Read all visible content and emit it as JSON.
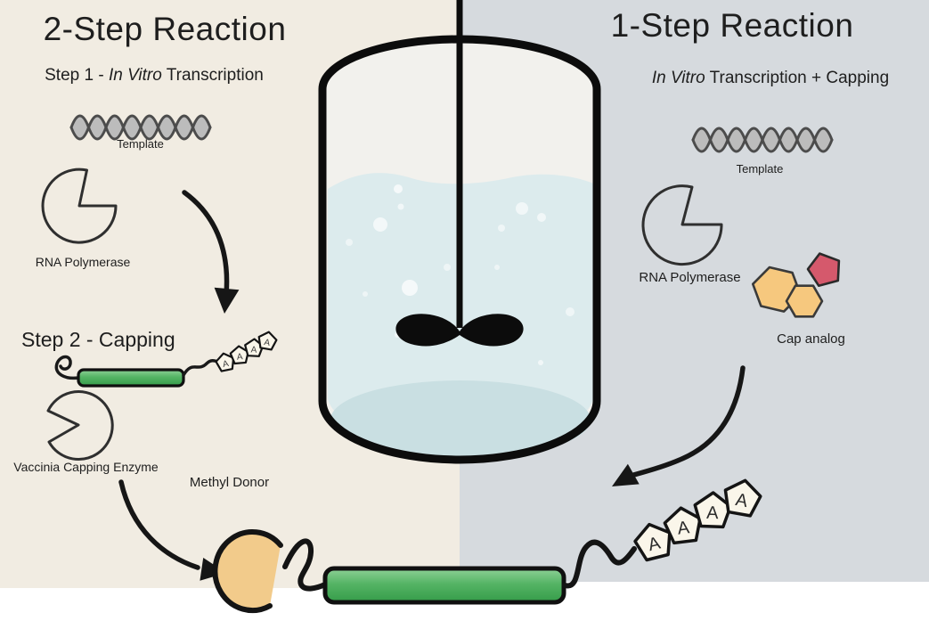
{
  "left_panel": {
    "title": "2-Step Reaction",
    "step1_heading": {
      "prefix": "Step 1 - ",
      "italic": "In Vitro",
      "suffix": " Transcription"
    },
    "template_label": "Template",
    "polymerase_label": "RNA Polymerase",
    "step2_heading": "Step 2 - Capping",
    "capping_enzyme_label": "Vaccinia Capping Enzyme",
    "methyl_donor_label": "Methyl Donor"
  },
  "right_panel": {
    "title": "1-Step Reaction",
    "subtitle": {
      "italic": "In Vitro",
      "suffix": " Transcription + Capping"
    },
    "template_label": "Template",
    "polymerase_label": "RNA Polymerase",
    "cap_analog_label": "Cap analog"
  },
  "poly_a_letter": "A",
  "colors": {
    "left_bg": "#f1ece2",
    "right_bg": "#d6dade",
    "vessel_interior": "#f2f1ed",
    "liquid_blue": "#dcebed",
    "liquid_deep": "#c9dfe2",
    "mrna_green": "#4caf5e",
    "cap_orange": "#f2cb8b",
    "analog_orange": "#f6c87e",
    "analog_red": "#d5596c",
    "polya_tile": "#faf6ea",
    "outline_black": "#111111"
  }
}
